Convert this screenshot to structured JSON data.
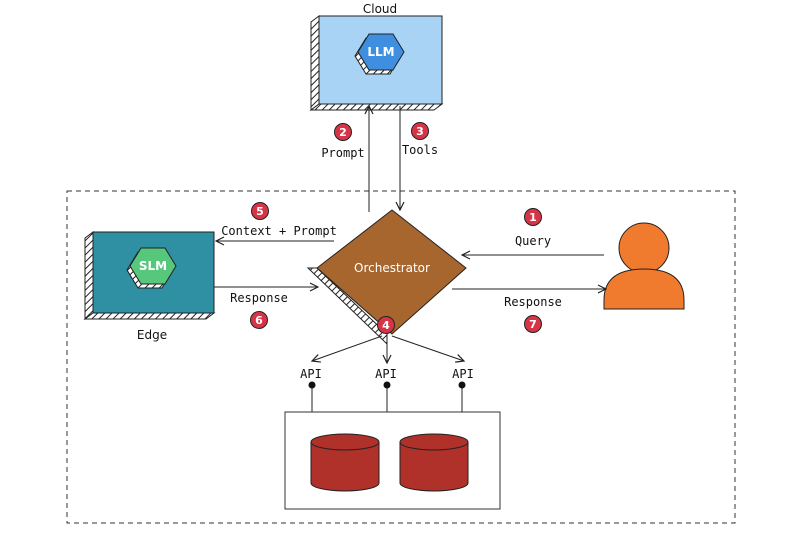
{
  "cloud": {
    "title": "Cloud",
    "node": "LLM"
  },
  "edge": {
    "title": "Edge",
    "node": "SLM"
  },
  "orchestrator": {
    "label": "Orchestrator",
    "badge": "4"
  },
  "apis": [
    "API",
    "API",
    "API"
  ],
  "flows": {
    "prompt": {
      "step": "2",
      "label": "Prompt"
    },
    "tools": {
      "step": "3",
      "label": "Tools"
    },
    "context_prompt": {
      "step": "5",
      "label": "Context + Prompt"
    },
    "edge_response": {
      "step": "6",
      "label": "Response"
    },
    "query": {
      "step": "1",
      "label": "Query"
    },
    "user_response": {
      "step": "7",
      "label": "Response"
    }
  },
  "colors": {
    "cloud_bg": "#a9d3f5",
    "llm": "#3f8ee0",
    "edge_bg": "#2f8fa3",
    "slm": "#57c77c",
    "orchestrator": "#a8662f",
    "badge": "#d63548",
    "user": "#f07a2e",
    "database": "#b0302a"
  },
  "icons": {
    "user": "user-icon",
    "database": "database-icon"
  }
}
